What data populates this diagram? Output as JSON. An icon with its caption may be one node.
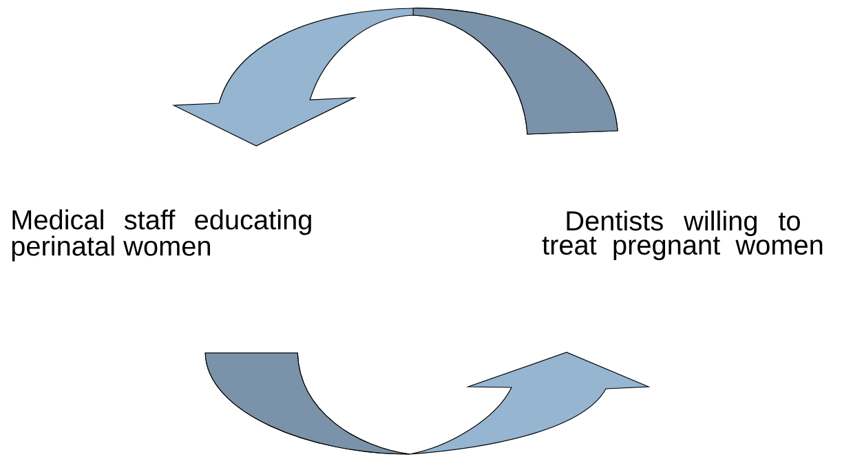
{
  "diagram": {
    "nodes": [
      {
        "text": [
          "Medical staff educating perinatal women"
        ]
      },
      {
        "text": [
          "Dentists willing to treat pregnant women"
        ]
      }
    ],
    "edges": [
      {
        "from": 1,
        "to": 0,
        "arrow": "to"
      },
      {
        "from": 0,
        "to": 1,
        "arrow": "to"
      }
    ]
  }
}
